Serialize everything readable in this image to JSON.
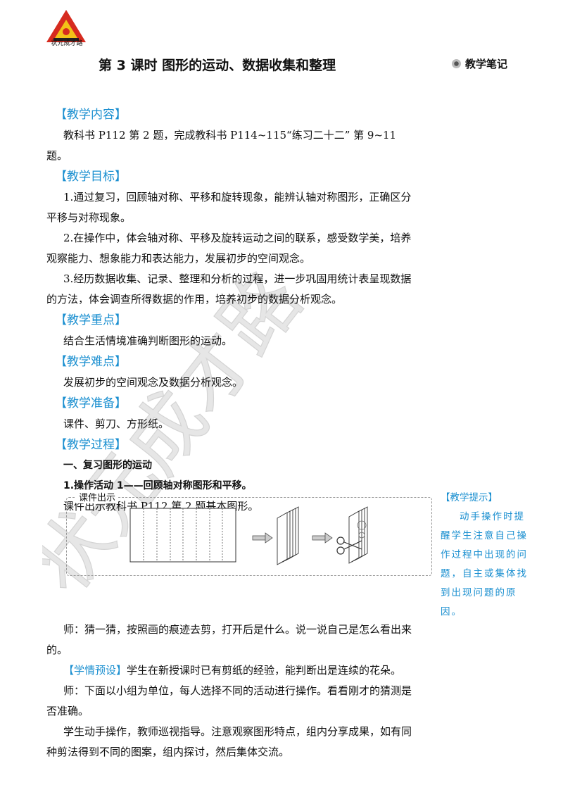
{
  "header": {
    "logo_text": "状元成才路",
    "title": "第 3 课时  图形的运动、数据收集和整理",
    "notes_tag": "教学笔记"
  },
  "watermark": "状元成才路",
  "sections": {
    "content_heading": "【教学内容】",
    "content_text": "教科书 P112 第 2 题，完成教科书 P114~115“练习二十二” 第 9~11 题。",
    "goals_heading": "【教学目标】",
    "goal1": "1.通过复习，回顾轴对称、平移和旋转现象，能辨认轴对称图形，正确区分平移与对称现象。",
    "goal2": "2.在操作中，体会轴对称、平移及旋转运动之间的联系，感受数学美，培养观察能力、想象能力和表达能力，发展初步的空间观念。",
    "goal3": "3.经历数据收集、记录、整理和分析的过程，进一步巩固用统计表呈现数据的方法，体会调查所得数据的作用，培养初步的数据分析观念。",
    "key_heading": "【教学重点】",
    "key_text": "结合生活情境准确判断图形的运动。",
    "difficulty_heading": "【教学难点】",
    "difficulty_text": "发展初步的空间观念及数据分析观念。",
    "prep_heading": "【教学准备】",
    "prep_text": "课件、剪刀、方形纸。",
    "process_heading": "【教学过程】",
    "part1": "一、复习图形的运动",
    "activity1": "1.操作活动 1——回顾轴对称图形和平移。",
    "show_text": "课件出示教科书 P112 第 2 题基本图形。",
    "teacher1": "师：猜一猜，按照画的痕迹去剪，打开后是什么。说一说自己是怎么看出来的。",
    "preset_label": "【学情预设】",
    "preset_text": "学生在新授课时已有剪纸的经验，能判断出是连续的花朵。",
    "teacher2": "师：下面以小组为单位，每人选择不同的活动进行操作。看看刚才的猜测是否准确。",
    "students": "学生动手操作，教师巡视指导。注意观察图形特点，组内分享成果，如有同种剪法得到不同的图案，组内探讨，然后集体交流。"
  },
  "figure": {
    "label": "课件出示"
  },
  "side_tip": {
    "title": "【教学提示】",
    "body": "动手操作时提醒学生注意自己操作过程中出现的问题，自主或集体找到出现问题的原因。"
  },
  "colors": {
    "accent": "#1a8fd0",
    "logo_red": "#d62b1f",
    "logo_yellow": "#f2c318"
  }
}
